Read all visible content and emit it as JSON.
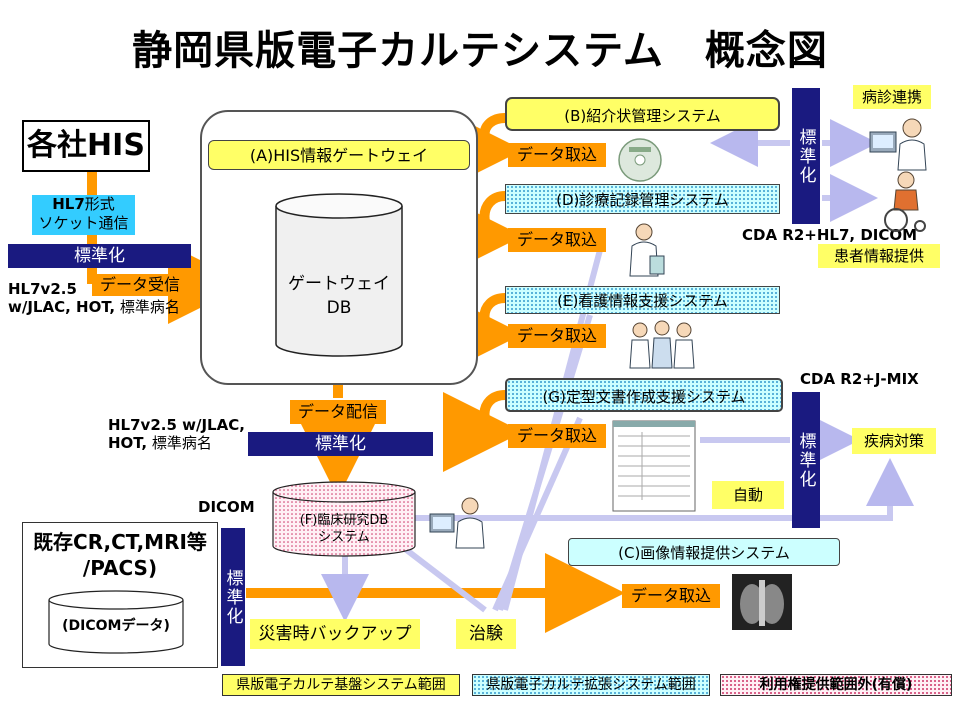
{
  "title": "静岡県版電子カルテシステム　概念図",
  "his": "各社HIS",
  "hl7_socket": {
    "line1_bold": "HL7",
    "line1_rest": "形式",
    "line2": "ソケット通信"
  },
  "standardize": "標準化",
  "standardize_vertical": "標準化",
  "data_receive": "データ受信",
  "hl7_left": {
    "line1": "HL7v2.5",
    "line2_bold": "w/JLAC, HOT,",
    "line2_rest": " 標準病名"
  },
  "gateway": {
    "label": "(A)HIS情報ゲートウェイ",
    "db_line1": "ゲートウェイ",
    "db_line2": "DB"
  },
  "data_distribution": "データ配信",
  "hl7_mid": {
    "line1": "HL7v2.5 w/JLAC,",
    "line2_bold": "HOT,",
    "line2_rest": " 標準病名"
  },
  "systems": {
    "b": "(B)紹介状管理システム",
    "d": "(D)診療記録管理システム",
    "e": "(E)看護情報支援システム",
    "g": "(G)定型文書作成支援システム",
    "c": "(C)画像情報提供システム",
    "f_line1": "(F)臨床研究DB",
    "f_line2": "システム"
  },
  "data_import": "データ取込",
  "right": {
    "byoshin_renkei": "病診連携",
    "cda_hl7_dicom": "CDA R2+HL7, DICOM",
    "patient_info": "患者情報提供",
    "cda_jmix": "CDA R2+J-MIX",
    "disease_measures": "疾病対策",
    "auto": "自動"
  },
  "dicom": "DICOM",
  "existing": {
    "line1": "既存CR,CT,MRI等",
    "line2": "/PACS)",
    "db": "(DICOMデータ)"
  },
  "disaster_backup": "災害時バックアップ",
  "clinical_trial": "治験",
  "legend": {
    "base": "県版電子カルテ基盤システム範囲",
    "extended": "県版電子カルテ拡張システム範囲",
    "paid": "利用権提供範囲外(有償)"
  },
  "colors": {
    "orange": "#ff9900",
    "navy": "#1a1a80",
    "yellow": "#ffff66",
    "cyan": "#33ccff",
    "lightblue": "#ccffff",
    "arrow_blue": "#c8c8f0"
  },
  "icons": [
    "cd-disc-icon",
    "doctor-computer-icon",
    "patient-wheelchair-icon",
    "nurses-icon",
    "document-form-icon",
    "xray-image-icon",
    "doctor-icon"
  ]
}
